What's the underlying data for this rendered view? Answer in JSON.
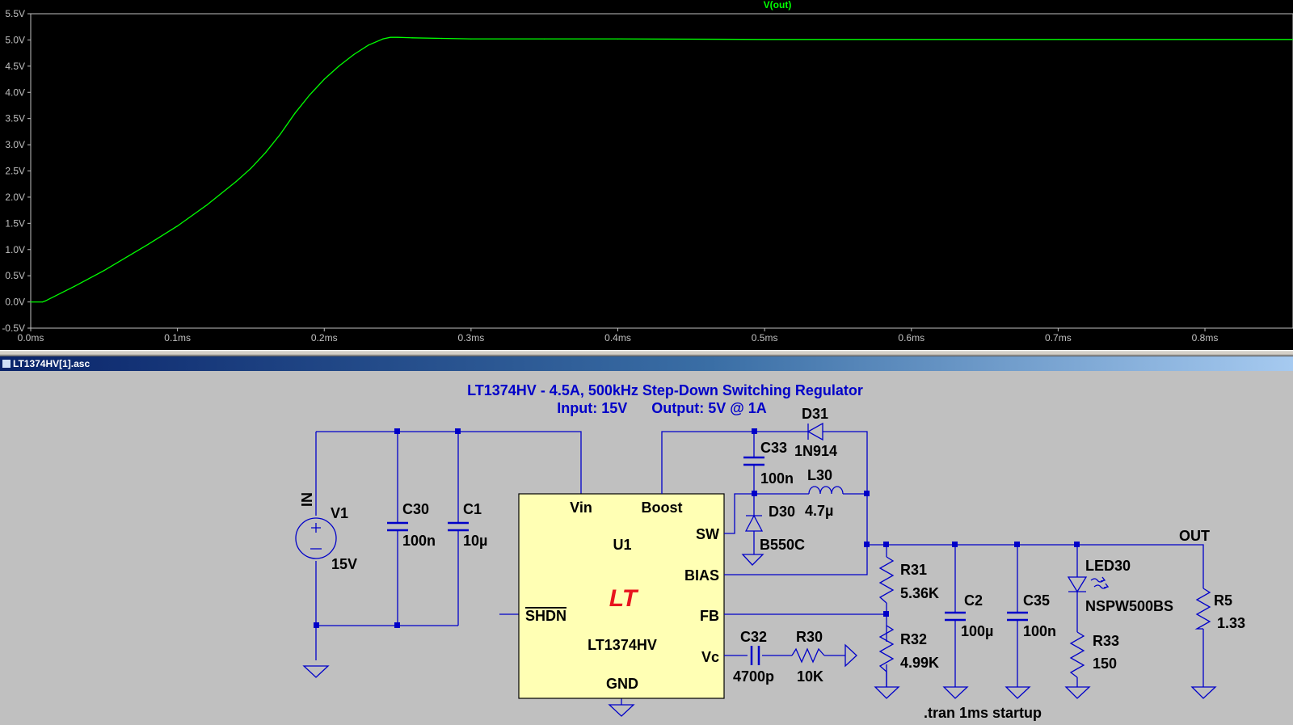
{
  "plot": {
    "trace_name": "V(out)",
    "trace_color": "#00ff00",
    "background_color": "#000000",
    "grid": false
  },
  "chart_data": {
    "type": "line",
    "title": "V(out)",
    "xlabel": "",
    "ylabel": "",
    "x_unit": "ms",
    "y_unit": "V",
    "xlim": [
      0.0,
      0.86
    ],
    "ylim": [
      -0.5,
      5.5
    ],
    "x_ticks": [
      "0.0ms",
      "0.1ms",
      "0.2ms",
      "0.3ms",
      "0.4ms",
      "0.5ms",
      "0.6ms",
      "0.7ms",
      "0.8ms"
    ],
    "y_ticks": [
      "-0.5V",
      "0.0V",
      "0.5V",
      "1.0V",
      "1.5V",
      "2.0V",
      "2.5V",
      "3.0V",
      "3.5V",
      "4.0V",
      "4.5V",
      "5.0V",
      "5.5V"
    ],
    "series": [
      {
        "name": "V(out)",
        "color": "#00ff00",
        "x": [
          0.0,
          0.008,
          0.01,
          0.03,
          0.05,
          0.08,
          0.1,
          0.12,
          0.14,
          0.15,
          0.16,
          0.17,
          0.18,
          0.19,
          0.2,
          0.21,
          0.22,
          0.23,
          0.24,
          0.245,
          0.25,
          0.26,
          0.28,
          0.3,
          0.35,
          0.4,
          0.5,
          0.6,
          0.7,
          0.8,
          0.86
        ],
        "y": [
          0.0,
          0.0,
          0.02,
          0.3,
          0.6,
          1.1,
          1.45,
          1.85,
          2.3,
          2.55,
          2.85,
          3.2,
          3.6,
          3.95,
          4.25,
          4.5,
          4.72,
          4.9,
          5.02,
          5.05,
          5.05,
          5.04,
          5.03,
          5.02,
          5.02,
          5.02,
          5.01,
          5.01,
          5.01,
          5.01,
          5.01
        ]
      }
    ]
  },
  "schematic": {
    "window_title": "LT1374HV[1].asc",
    "title_line1": "LT1374HV - 4.5A, 500kHz Step-Down Switching Regulator",
    "title_line2": "Input: 15V      Output: 5V @ 1A",
    "spice_directive": ".tran 1ms startup",
    "net_in": "IN",
    "net_out": "OUT",
    "ic": {
      "ref": "U1",
      "part": "LT1374HV",
      "logo": "LT",
      "pin_vin": "Vin",
      "pin_boost": "Boost",
      "pin_sw": "SW",
      "pin_bias": "BIAS",
      "pin_shdn": "SHDN",
      "pin_fb": "FB",
      "pin_vc": "Vc",
      "pin_gnd": "GND",
      "body_color": "#ffffb4"
    },
    "v1": {
      "ref": "V1",
      "value": "15V"
    },
    "c30": {
      "ref": "C30",
      "value": "100n"
    },
    "c1": {
      "ref": "C1",
      "value": "10µ"
    },
    "c33": {
      "ref": "C33",
      "value": "100n"
    },
    "d31": {
      "ref": "D31",
      "value": "1N914"
    },
    "l30": {
      "ref": "L30",
      "value": "4.7µ"
    },
    "d30": {
      "ref": "D30",
      "value": "B550C"
    },
    "r31": {
      "ref": "R31",
      "value": "5.36K"
    },
    "r32": {
      "ref": "R32",
      "value": "4.99K"
    },
    "c2": {
      "ref": "C2",
      "value": "100µ"
    },
    "c35": {
      "ref": "C35",
      "value": "100n"
    },
    "led30": {
      "ref": "LED30",
      "value": "NSPW500BS"
    },
    "r33": {
      "ref": "R33",
      "value": "150"
    },
    "r5": {
      "ref": "R5",
      "value": "1.33"
    },
    "c32": {
      "ref": "C32",
      "value": "4700p"
    },
    "r30": {
      "ref": "R30",
      "value": "10K"
    },
    "wire_color": "#0000c8",
    "background_color": "#c0c0c0"
  }
}
